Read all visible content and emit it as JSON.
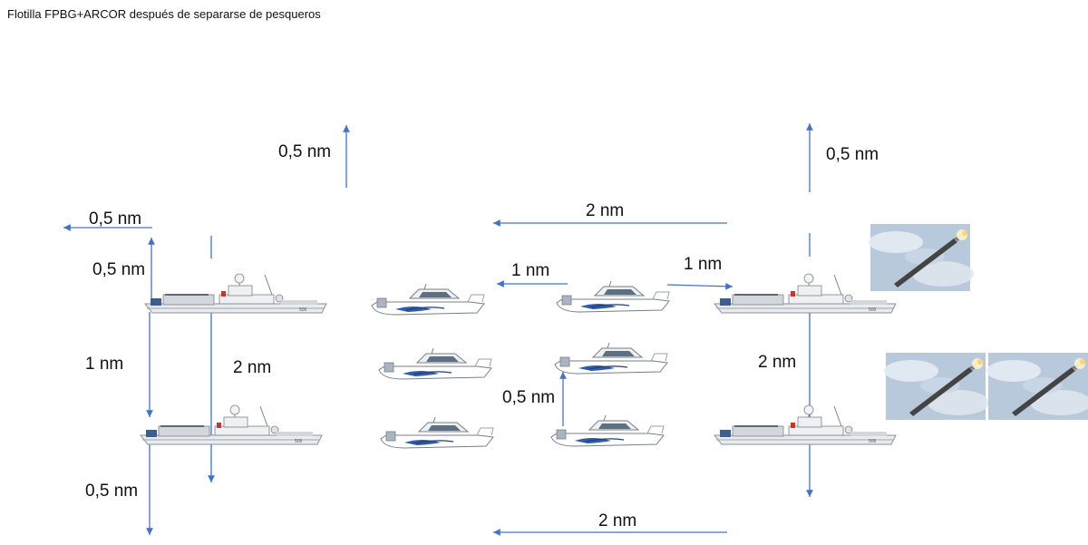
{
  "title": "Flotilla FPBG+ARCOR después de separarse de pesqueros",
  "colors": {
    "arrow": "#4472c4",
    "hull": "#e9ecef",
    "hull_stripe": "#2f5ca8",
    "sky": "#b8c9dc",
    "missile": "#444444"
  },
  "labels": {
    "up_mid_top": "0,5 nm",
    "up_right_top": "0,5 nm",
    "left_top": "0,5 nm",
    "left_vertical_top": "0,5 nm",
    "top_center": "2 nm",
    "center_left": "1 nm",
    "center_right": "1 nm",
    "left_mid": "1 nm",
    "left_center_mid": "2 nm",
    "right_mid": "2 nm",
    "center_small": "0,5 nm",
    "bottom_left": "0,5 nm",
    "bottom_center": "2 nm"
  },
  "icons": {
    "patrol_boat": "patrol-boat-icon",
    "speed_boat": "speed-boat-icon",
    "missile_photo": "missile-photo-icon"
  }
}
